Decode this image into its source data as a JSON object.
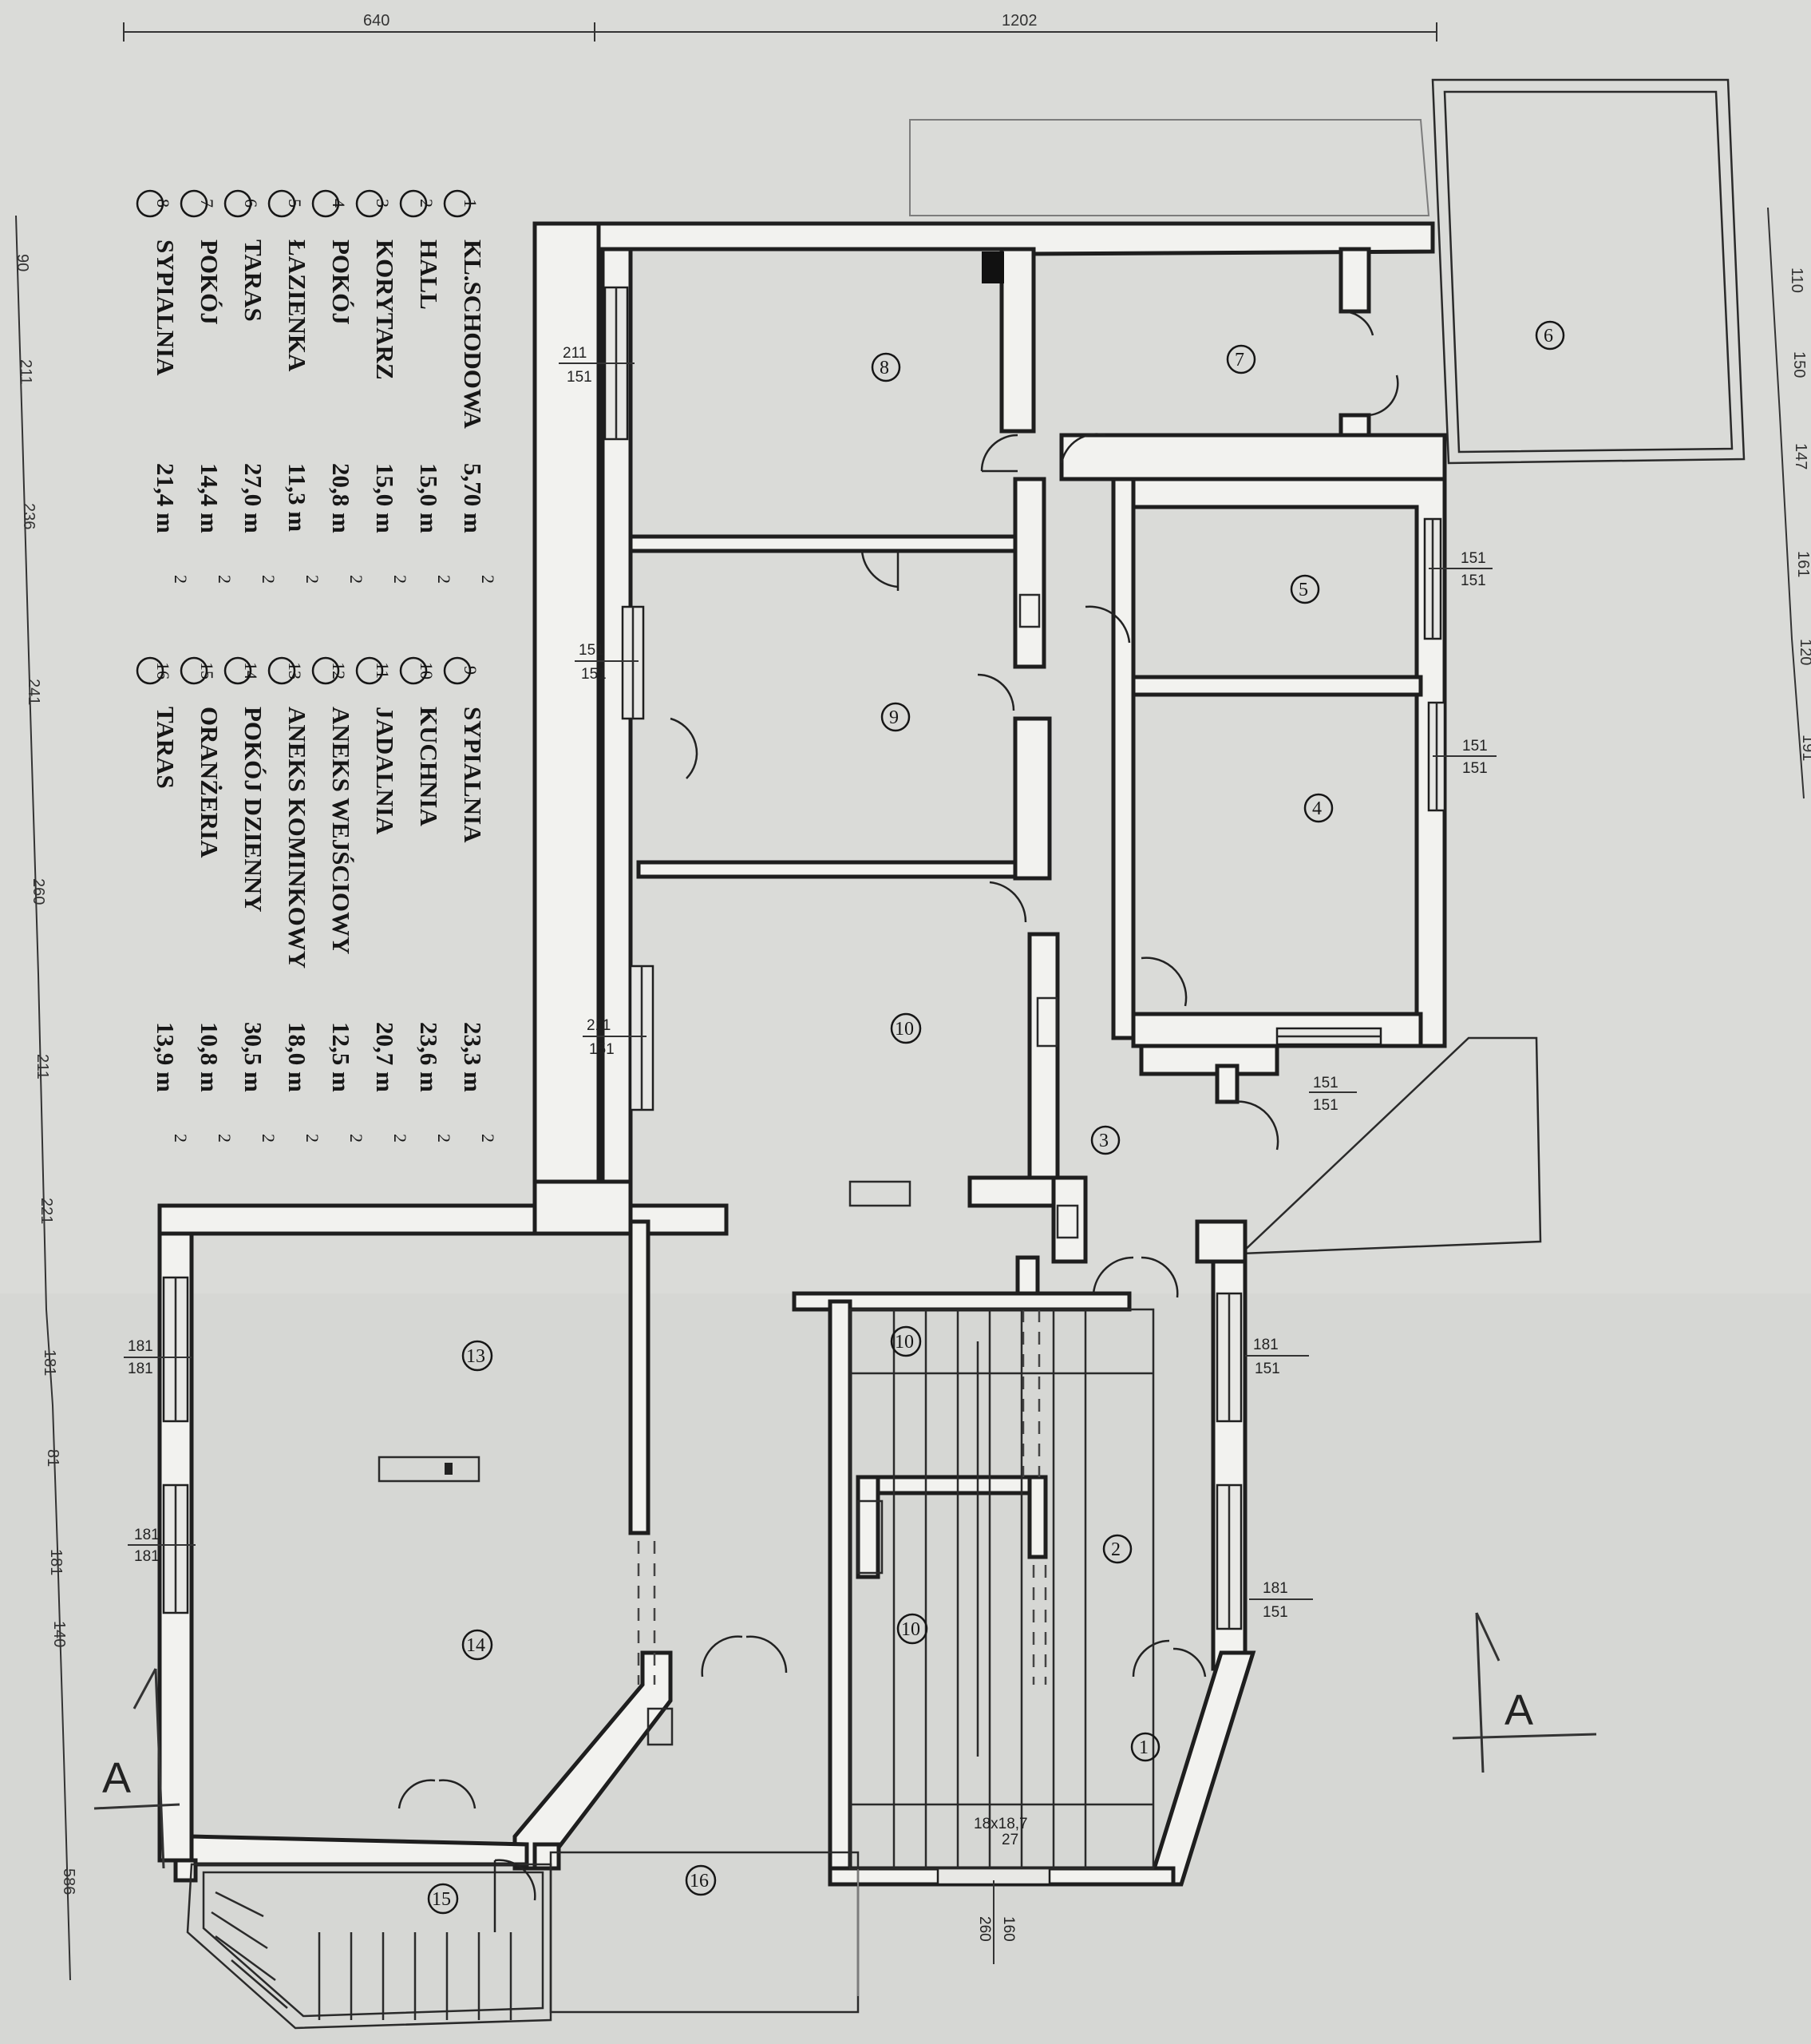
{
  "dimensions": {
    "top": [
      "640",
      "1202"
    ],
    "left": [
      "90",
      "211",
      "236",
      "241",
      "260",
      "211",
      "221",
      "181",
      "81",
      "181",
      "140",
      "586"
    ],
    "right": [
      "110",
      "150",
      "147",
      "161",
      "120",
      "191"
    ],
    "stairs": [
      "160",
      "260"
    ]
  },
  "legend": {
    "col1": [
      {
        "num": "1",
        "name": "KL.SCHODOWA",
        "area": "5,70 m",
        "sup": "2"
      },
      {
        "num": "2",
        "name": "HALL",
        "area": "15,0 m",
        "sup": "2"
      },
      {
        "num": "3",
        "name": "KORYTARZ",
        "area": "15,0 m",
        "sup": "2"
      },
      {
        "num": "4",
        "name": "POKÓJ",
        "area": "20,8 m",
        "sup": "2"
      },
      {
        "num": "5",
        "name": "ŁAZIENKA",
        "area": "11,3 m",
        "sup": "2"
      },
      {
        "num": "6",
        "name": "TARAS",
        "area": "27,0 m",
        "sup": "2"
      },
      {
        "num": "7",
        "name": "POKÓJ",
        "area": "14,4 m",
        "sup": "2"
      },
      {
        "num": "8",
        "name": "SYPIALNIA",
        "area": "21,4 m",
        "sup": "2"
      }
    ],
    "col2": [
      {
        "num": "9",
        "name": "SYPIALNIA",
        "area": "23,3 m",
        "sup": "2"
      },
      {
        "num": "10",
        "name": "KUCHNIA",
        "area": "23,6 m",
        "sup": "2"
      },
      {
        "num": "11",
        "name": "JADALNIA",
        "area": "20,7 m",
        "sup": "2"
      },
      {
        "num": "12",
        "name": "ANEKS WEJŚCIOWY",
        "area": "12,5 m",
        "sup": "2"
      },
      {
        "num": "13",
        "name": "ANEKS KOMINKOWY",
        "area": "18,0 m",
        "sup": "2"
      },
      {
        "num": "14",
        "name": "POKÓJ DZIENNY",
        "area": "30,5 m",
        "sup": "2"
      },
      {
        "num": "15",
        "name": "ORANŻERIA",
        "area": "10,8 m",
        "sup": "2"
      },
      {
        "num": "16",
        "name": "TARAS",
        "area": "13,9 m",
        "sup": "2"
      }
    ]
  },
  "room_markers": [
    "8",
    "7",
    "6",
    "9",
    "5",
    "4",
    "10",
    "3",
    "13",
    "10",
    "2",
    "14",
    "10",
    "1",
    "15",
    "16"
  ],
  "window_labels": {
    "w8": [
      "211",
      "151"
    ],
    "w9": [
      "151",
      "151"
    ],
    "w10": [
      "211",
      "151"
    ],
    "w5": [
      "151",
      "151"
    ],
    "w4": [
      "151",
      "151"
    ],
    "w3": [
      "151",
      "151"
    ],
    "w13": [
      "181",
      "181"
    ],
    "w14": [
      "181",
      "181"
    ],
    "w2a": [
      "181",
      "151"
    ],
    "w2b": [
      "181",
      "151"
    ]
  },
  "stairs_label": {
    "text": "18x18,7",
    "sub": "27"
  },
  "section_marks": [
    "A",
    "A"
  ],
  "colors": {
    "paper": "#d4d5d2",
    "wall_fill": "#f2f2ef",
    "ink": "#1e1e1e"
  }
}
